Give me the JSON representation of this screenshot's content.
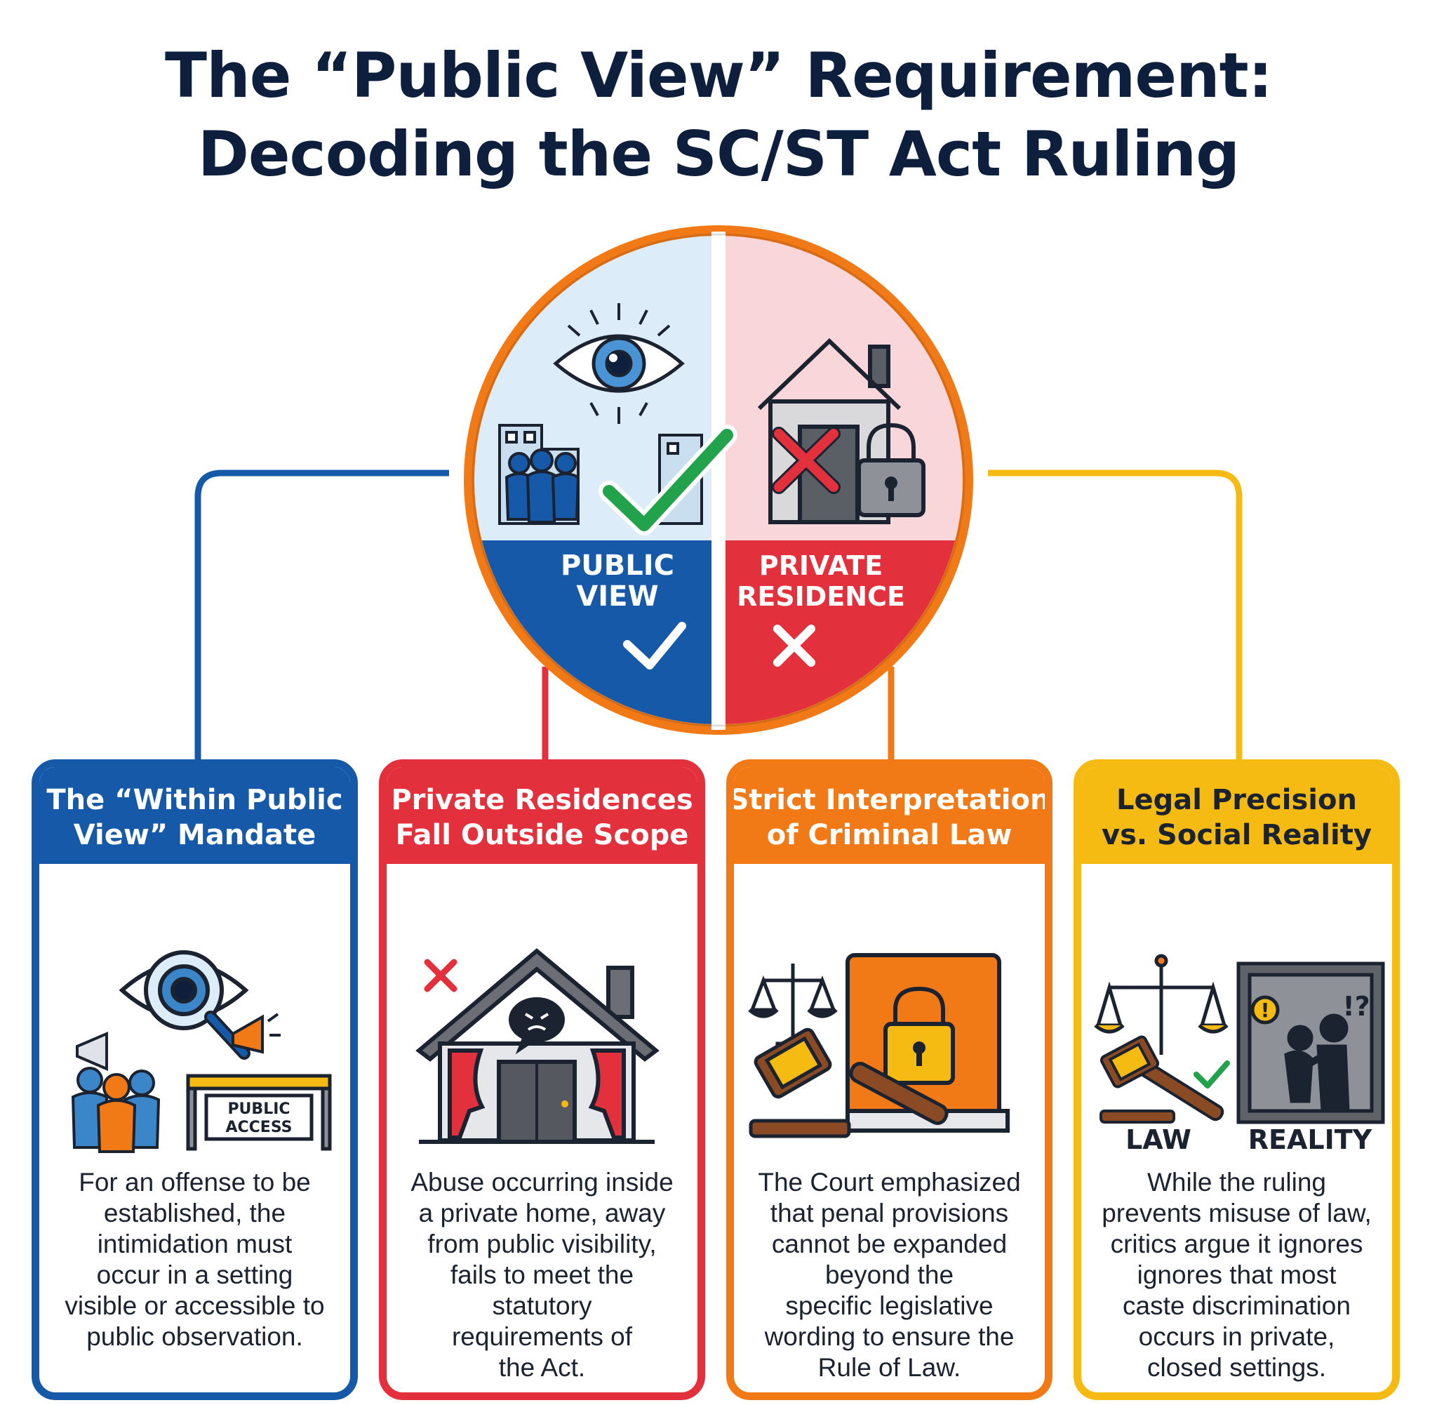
{
  "title": {
    "line1": "The “Public View” Requirement:",
    "line2": "Decoding the SC/ST Act Ruling"
  },
  "center": {
    "public_view": {
      "line1": "PUBLIC",
      "line2": "VIEW",
      "mark": "✓"
    },
    "private_residence": {
      "line1": "PRIVATE",
      "line2": "RESIDENCE",
      "mark": "✕"
    }
  },
  "cards": [
    {
      "title": [
        "The “Within Public",
        "View” Mandate"
      ],
      "sign": [
        "PUBLIC",
        "ACCESS"
      ],
      "body": [
        "For an offense to be",
        "established, the",
        "intimidation must",
        "occur in a setting",
        "visible or accessible to",
        "public observation."
      ]
    },
    {
      "title": [
        "Private Residences",
        "Fall Outside Scope"
      ],
      "body": [
        "Abuse occurring inside",
        "a private home, away",
        "from public visibility,",
        "fails to meet the",
        "statutory",
        "requirements of",
        "the Act."
      ]
    },
    {
      "title": [
        "Strict Interpretation",
        "of Criminal Law"
      ],
      "body": [
        "The Court emphasized",
        "that penal provisions",
        "cannot be expanded",
        "beyond the",
        "specific legislative",
        "wording to ensure the",
        "Rule of Law."
      ]
    },
    {
      "title": [
        "Legal Precision",
        "vs. Social Reality"
      ],
      "labels": {
        "law": "LAW",
        "reality": "REALITY"
      },
      "body": [
        "While the ruling",
        "prevents misuse of law,",
        "critics argue it ignores",
        "ignores that most",
        "caste discrimination",
        "occurs in private,",
        "closed settings."
      ]
    }
  ],
  "colors": {
    "navy": "#0d1f3c",
    "blue": "#1559a8",
    "red": "#e2303c",
    "orange": "#f27a16",
    "yellow": "#f5bb12",
    "green": "#22a24a"
  },
  "icons": [
    "eye-icon",
    "people-icon",
    "checkmark-icon",
    "house-icon",
    "cross-icon",
    "lock-icon",
    "magnifier-icon",
    "megaphone-icon",
    "barrier-sign-icon",
    "angry-bubble-icon",
    "door-icon",
    "scales-icon",
    "gavel-icon",
    "law-book-icon",
    "pushing-figures-icon"
  ]
}
